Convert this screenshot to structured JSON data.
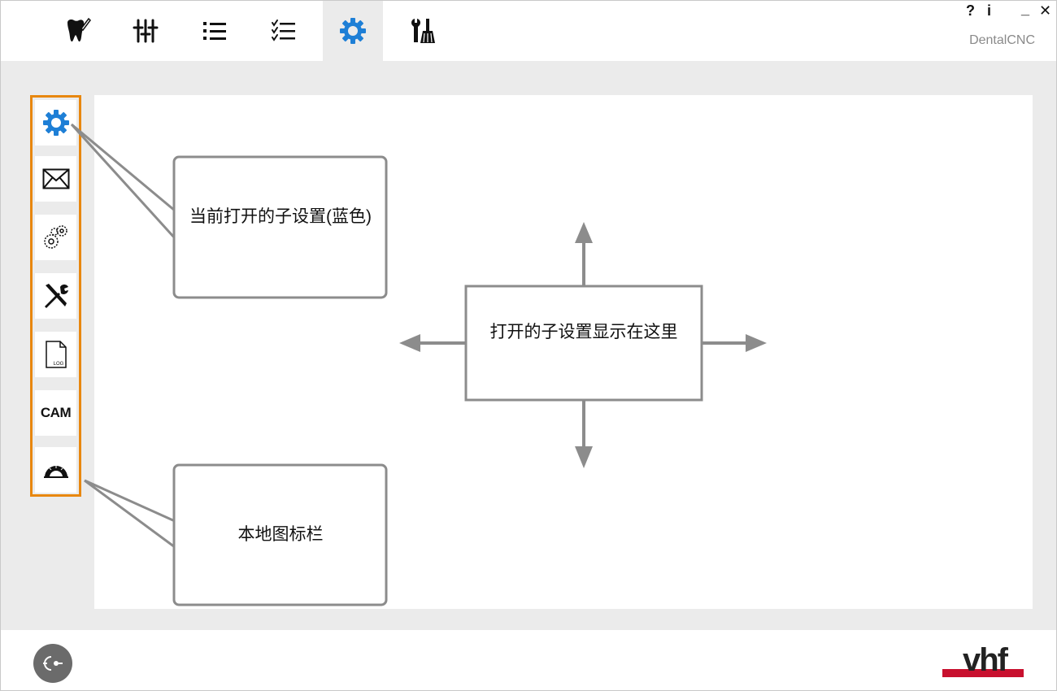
{
  "window": {
    "app_title": "DentalCNC",
    "help_label": "?",
    "info_label": "i",
    "minimize_label": "_",
    "close_label": "✕"
  },
  "top_tabs": [
    {
      "name": "tooth-tool-icon",
      "active": false
    },
    {
      "name": "sliders-icon",
      "active": false
    },
    {
      "name": "list-icon",
      "active": false
    },
    {
      "name": "checklist-icon",
      "active": false
    },
    {
      "name": "gear-icon",
      "active": true
    },
    {
      "name": "wrench-brush-icon",
      "active": false
    }
  ],
  "local_bar": {
    "items": [
      {
        "name": "gear-icon",
        "active": true
      },
      {
        "name": "envelope-icon",
        "active": false
      },
      {
        "name": "gears-icon",
        "active": false
      },
      {
        "name": "tools-icon",
        "active": false
      },
      {
        "name": "log-file-icon",
        "label": "LOG",
        "active": false
      },
      {
        "name": "cam-icon",
        "label": "CAM",
        "active": false
      },
      {
        "name": "protractor-icon",
        "active": false
      }
    ]
  },
  "callouts": {
    "current_subsetting": "当前打开的子设置(蓝色)",
    "subsetting_area": "打开的子设置显示在这里",
    "local_icon_bar": "本地图标栏"
  },
  "colors": {
    "accent_blue": "#1e7fd6",
    "highlight_orange": "#e8870f",
    "logo_red": "#c8102e",
    "callout_gray": "#8c8c8c"
  },
  "logo": {
    "text": "vhf"
  }
}
